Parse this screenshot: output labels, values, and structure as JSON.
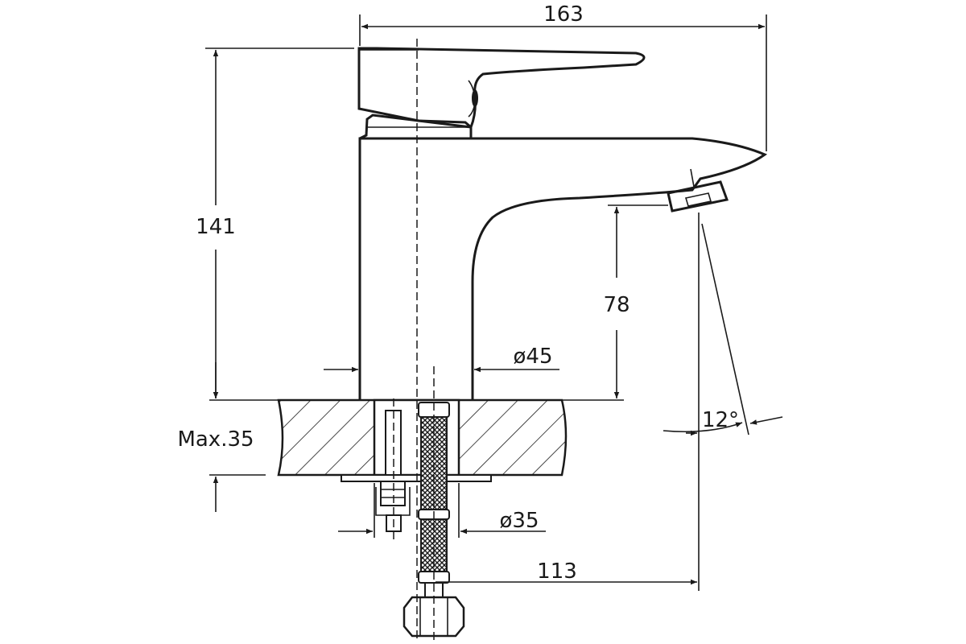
{
  "colors": {
    "ink": "#1a1a1a",
    "background": "#ffffff"
  },
  "dimensions": {
    "overall_width": "163",
    "overall_height": "141",
    "spout_height": "78",
    "body_diameter": "ø45",
    "max_thickness": "Max.35",
    "hole_diameter": "ø35",
    "spout_reach": "113",
    "spout_angle": "12°"
  }
}
